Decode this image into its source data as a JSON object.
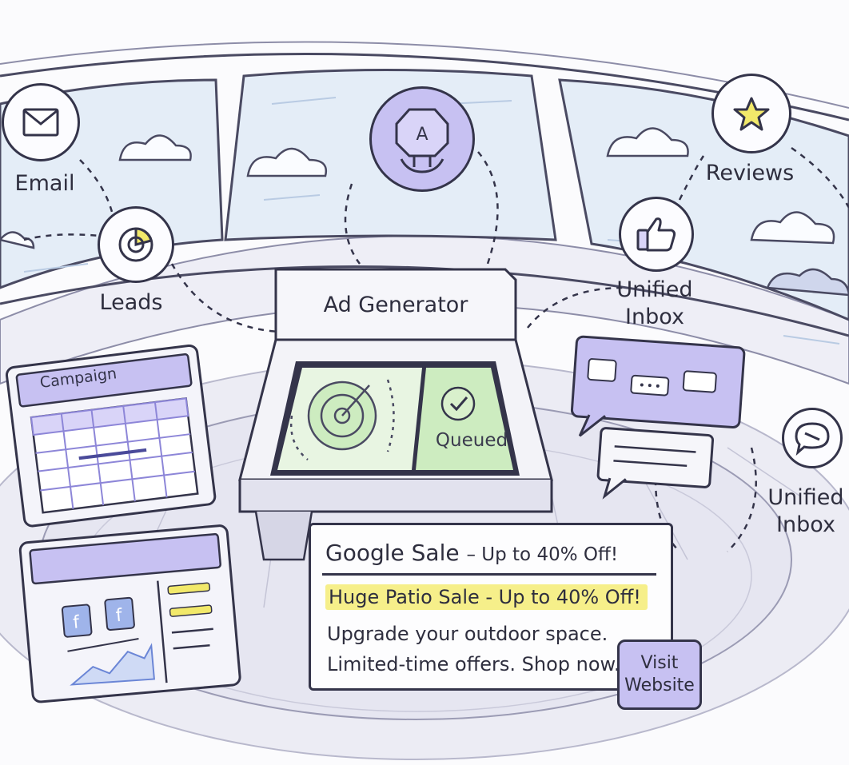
{
  "nodes": {
    "email": {
      "label": "Email",
      "icon": "envelope-icon"
    },
    "leads": {
      "label": "Leads",
      "icon": "pie-chart-icon"
    },
    "assistant": {
      "letter": "A",
      "icon": "ai-assistant-icon"
    },
    "reviews": {
      "label": "Reviews",
      "icon": "star-icon"
    },
    "unified_inbox_top": {
      "label_line1": "Unified",
      "label_line2": "Inbox",
      "icon": "thumbs-up-icon"
    },
    "unified_inbox_right": {
      "label_line1": "Unified",
      "label_line2": "Inbox",
      "icon": "chat-bubble-icon"
    }
  },
  "ad_generator": {
    "title": "Ad Generator",
    "status": "Queued"
  },
  "campaign": {
    "title": "Campaign"
  },
  "ad_preview": {
    "headline_main": "Google Sale",
    "headline_rest": "– Up to 40% Off!",
    "highlight": "Huge Patio Sale - Up to 40% Off!",
    "line1": "Upgrade your outdoor space.",
    "line2": "Limited-time offers. Shop now.",
    "cta_line1": "Visit",
    "cta_line2": "Website"
  },
  "colors": {
    "accent_purple": "#c7c1f2",
    "accent_green": "#cdecc0",
    "highlight_yellow": "#f6ef8a",
    "sky_blue": "#dfeaf6",
    "outline": "#34344a"
  }
}
